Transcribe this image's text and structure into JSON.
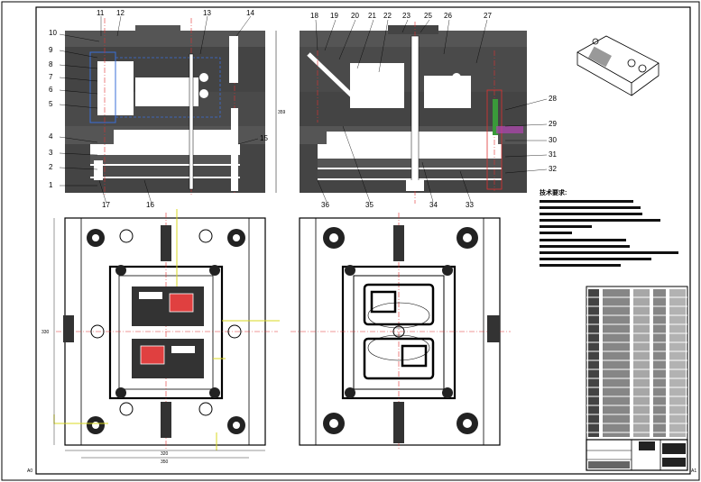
{
  "drawing": {
    "section_a_callouts": [
      "10",
      "9",
      "8",
      "7",
      "6",
      "5",
      "4",
      "3",
      "2",
      "1",
      "11",
      "12",
      "13",
      "14",
      "15",
      "16",
      "17"
    ],
    "section_b_callouts": [
      "18",
      "19",
      "20",
      "21",
      "22",
      "23",
      "25",
      "26",
      "27",
      "28",
      "29",
      "30",
      "31",
      "32",
      "33",
      "34",
      "35",
      "36"
    ],
    "technical_requirements_title": "技术要求:",
    "dimension_total_height": "359",
    "dimension_width_left": "320",
    "dimension_width_right": "350",
    "dimension_side": "330",
    "corner_mark_left": "A0",
    "corner_mark_right": "A1"
  }
}
